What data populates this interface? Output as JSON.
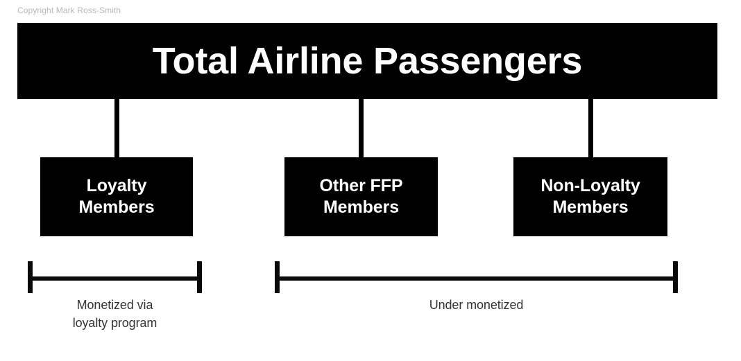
{
  "meta": {
    "copyright": "Copyright Mark Ross-Smith"
  },
  "colors": {
    "box_fill": "#000000",
    "box_text": "#ffffff",
    "page_background": "#ffffff",
    "caption_text": "#333333",
    "copyright_text": "#b9b9b9",
    "bracket_line": "#0a0a0a"
  },
  "diagram": {
    "root": {
      "label": "Total Airline Passengers"
    },
    "nodes": [
      {
        "id": "loyalty-members",
        "label": "Loyalty\nMembers"
      },
      {
        "id": "other-ffp-members",
        "label": "Other FFP\nMembers"
      },
      {
        "id": "non-loyalty-members",
        "label": "Non-Loyalty\nMembers"
      }
    ],
    "brackets": [
      {
        "id": "monetized",
        "caption": "Monetized via\nloyalty program",
        "covers": [
          "loyalty-members"
        ]
      },
      {
        "id": "under-monetized",
        "caption": "Under monetized",
        "covers": [
          "other-ffp-members",
          "non-loyalty-members"
        ]
      }
    ]
  }
}
